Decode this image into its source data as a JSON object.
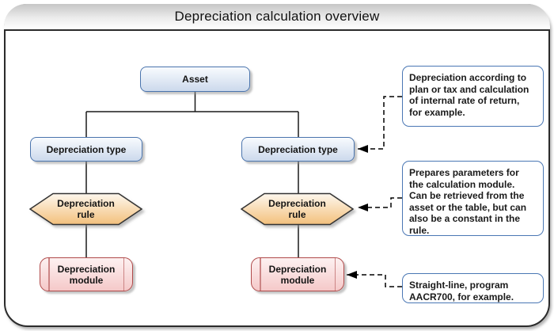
{
  "title": "Depreciation calculation overview",
  "colors": {
    "frame_border": "#2b2b2b",
    "titlebar_gradient_top": "#c6c6c6",
    "node_blue_border": "#4a74ad",
    "node_blue_fill": "#ccd9ec",
    "rule_border": "#333333",
    "rule_orange_fill": "#f3c07c",
    "module_border": "#b04a4a",
    "module_pink_fill": "#f5c9c9",
    "annotation_border": "#4a77b4",
    "connector": "#000000"
  },
  "nodes": {
    "asset": {
      "label": "Asset"
    },
    "type_left": {
      "label": "Depreciation type"
    },
    "type_right": {
      "label": "Depreciation type"
    },
    "rule_left": {
      "lines": [
        "Depreciation",
        "rule"
      ]
    },
    "rule_right": {
      "lines": [
        "Depreciation",
        "rule"
      ]
    },
    "module_left": {
      "lines": [
        "Depreciation",
        "module"
      ]
    },
    "module_right": {
      "lines": [
        "Depreciation",
        "module"
      ]
    }
  },
  "annotations": [
    {
      "lines": [
        "Depreciation according to",
        "plan or tax and calculation",
        "of internal rate of return,",
        "for example."
      ]
    },
    {
      "lines": [
        "Prepares parameters for",
        "the calculation module.",
        "Can be retrieved from the",
        "asset or the table, but can",
        "also be a constant in the",
        "rule."
      ]
    },
    {
      "lines": [
        "Straight-line, program",
        "AACR700, for example."
      ]
    }
  ]
}
